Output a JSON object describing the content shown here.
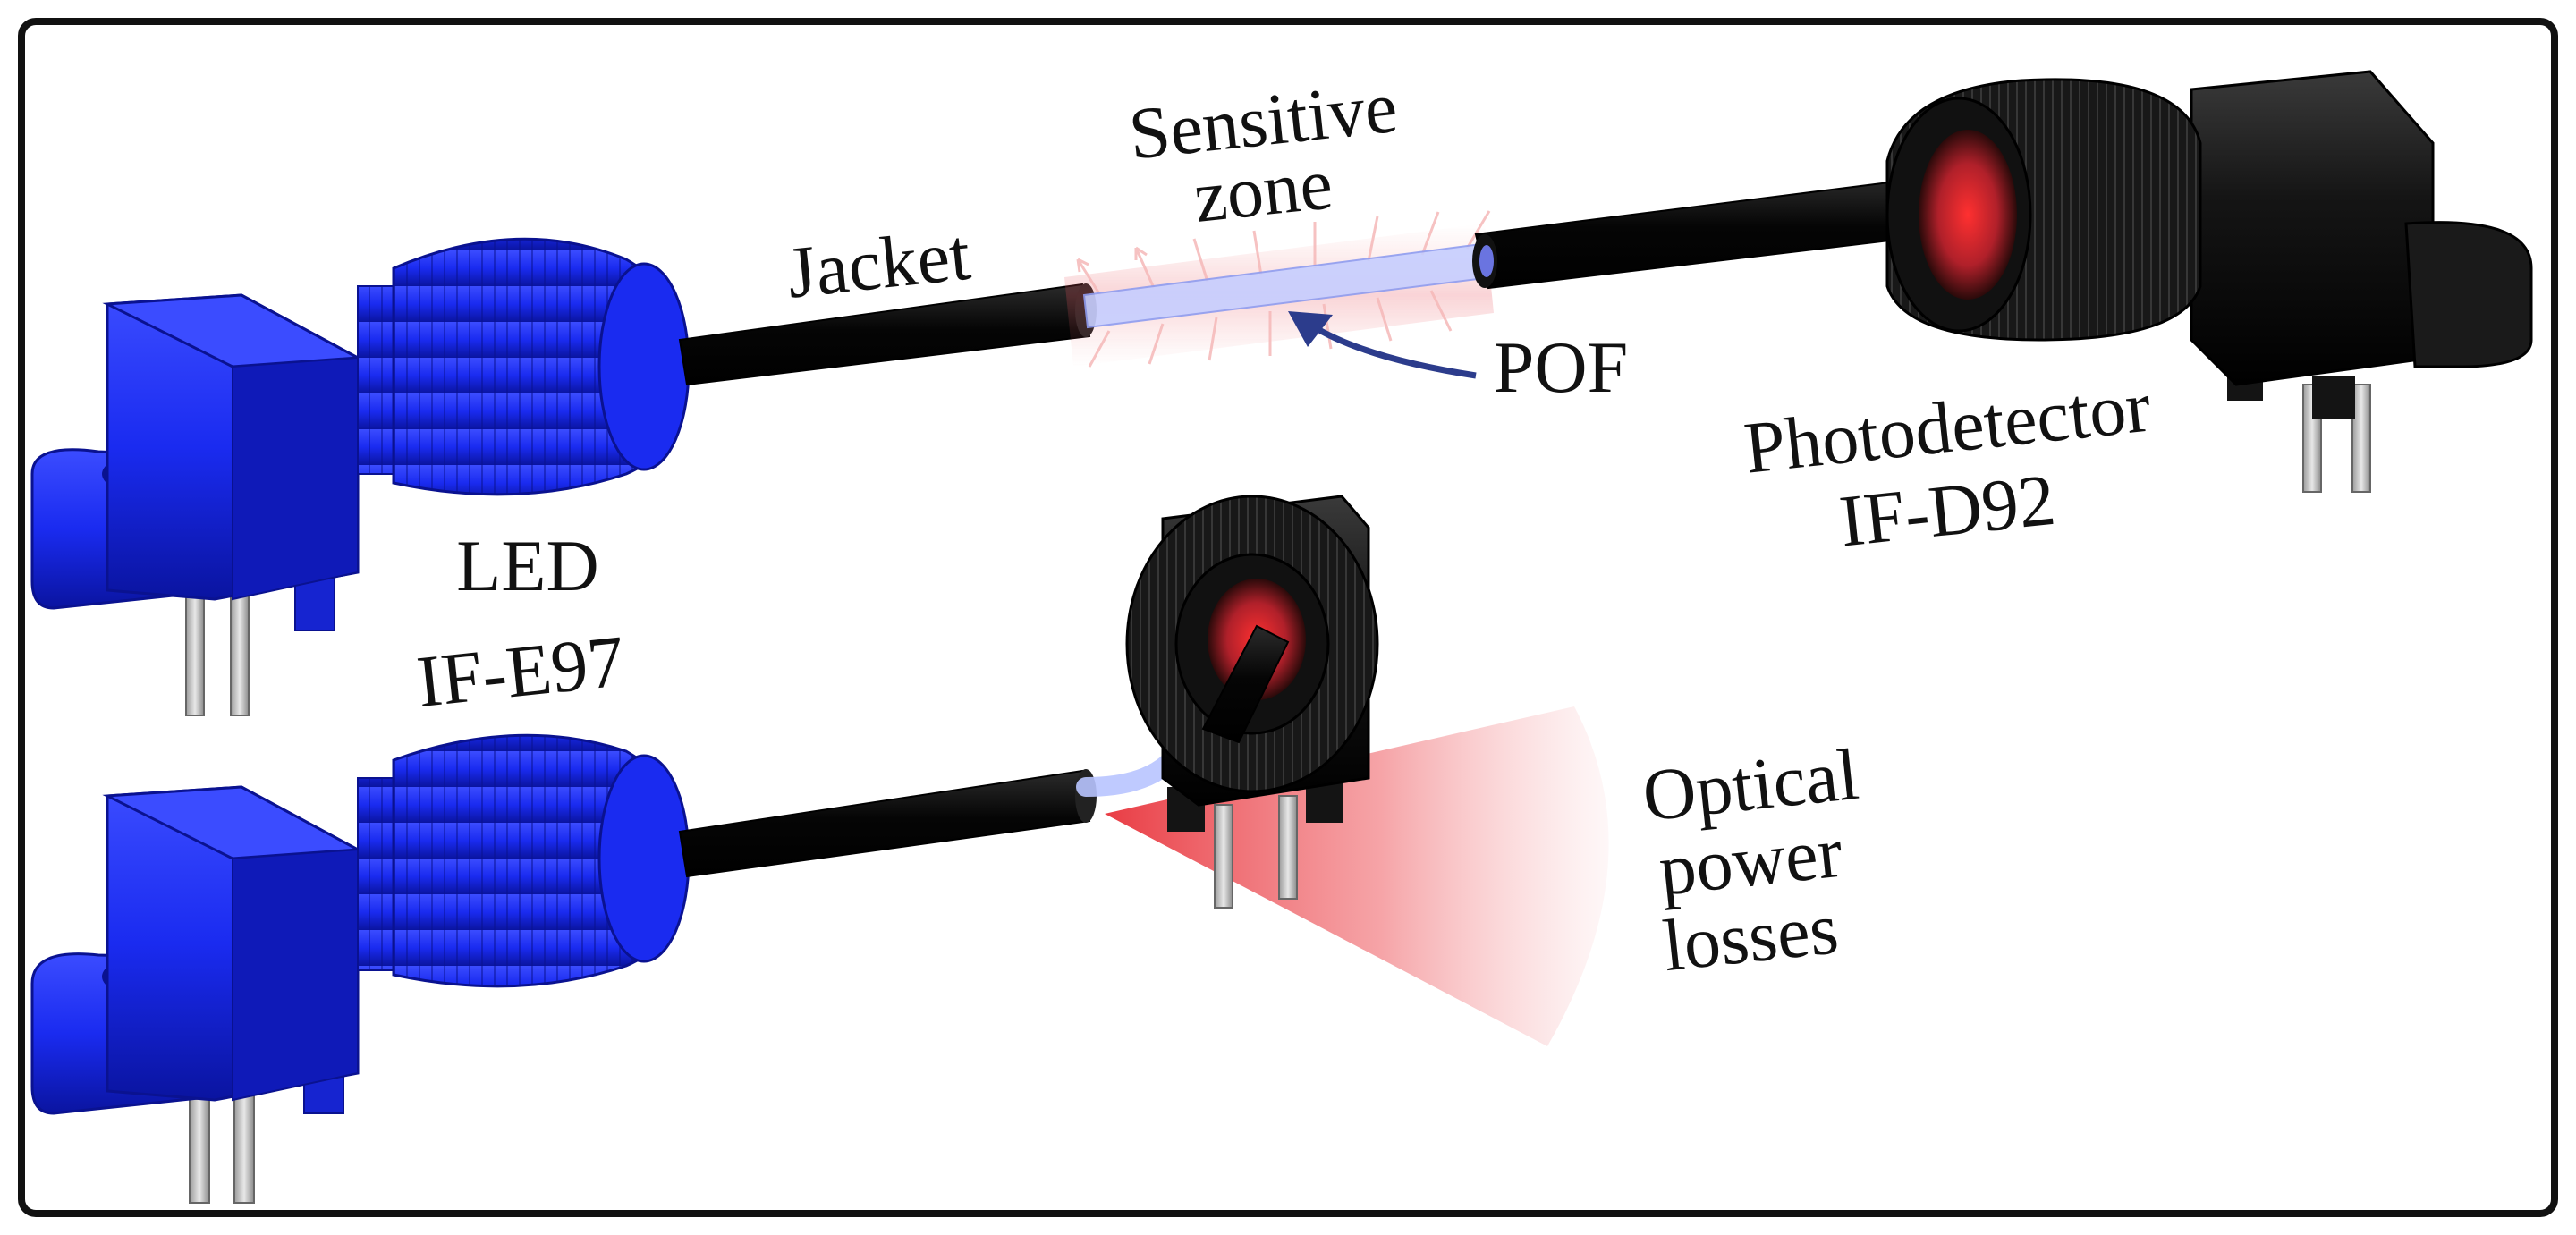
{
  "labels": {
    "sensitive_zone_line1": "Sensitive",
    "sensitive_zone_line2": "zone",
    "jacket": "Jacket",
    "pof": "POF",
    "photodetector_line1": "Photodetector",
    "photodetector_line2": "IF-D92",
    "led_line1": "LED",
    "led_line2": "IF-E97",
    "losses_line1": "Optical",
    "losses_line2": "power",
    "losses_line3": "losses"
  },
  "colors": {
    "led_body": "#1a2bf0",
    "led_body_dark": "#0d18b0",
    "detector_body": "#141414",
    "jacket": "#0a0a0a",
    "fiber_core": "#b8c4ff",
    "light_glow": "#e8323a",
    "arrow": "#2c3c8c",
    "frame": "#111111"
  },
  "icons": {
    "led_top": "blue-led-connector-icon",
    "led_bottom": "blue-led-connector-icon",
    "detector_top": "black-photodetector-icon",
    "detector_bottom": "black-photodetector-icon"
  }
}
